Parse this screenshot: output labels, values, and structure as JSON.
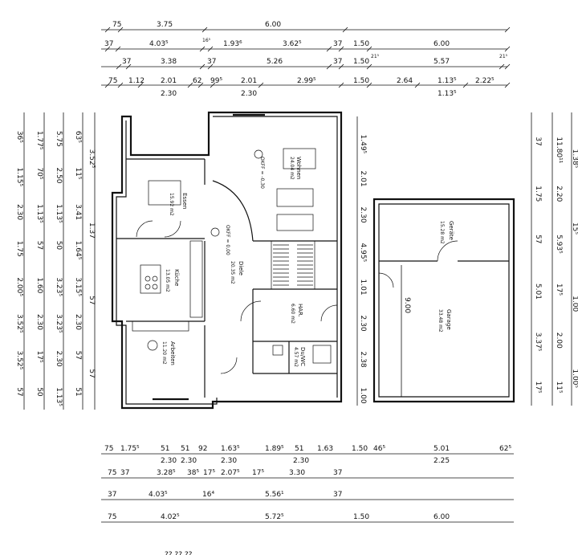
{
  "dimensions": {
    "top": [
      [
        "75",
        "3.75",
        "6.00"
      ],
      [
        "37",
        "4.03⁵",
        "16⁵",
        "1.93⁶",
        "3.62⁵",
        "37",
        "1.50",
        "6.00"
      ],
      [
        "37",
        "3.38",
        "37",
        "5.26",
        "37",
        "1.50",
        "21⁵",
        "5.57",
        "21⁵"
      ],
      [
        "75",
        "1.12",
        "2.01",
        "62",
        "99⁵",
        "2.01",
        "2.99⁵",
        "1.50",
        "2.64",
        "1.13⁵",
        "2.22⁵",
        "2.30",
        "2.30",
        "1.13⁵"
      ]
    ],
    "bottom": [
      [
        "75",
        "1.75⁵",
        "51",
        "51",
        "92",
        "1.63⁵",
        "1.89⁵",
        "51",
        "1.63",
        "1.50",
        "46⁵",
        "5.01",
        "62⁵",
        "2.30",
        "2.30",
        "2.30",
        "2.30",
        "2.25"
      ],
      [
        "75",
        "37",
        "3.28⁵",
        "38⁵",
        "17⁵",
        "2.07⁵",
        "17⁵",
        "3.30",
        "37"
      ],
      [
        "37",
        "4.03⁵",
        "16⁴",
        "5.56¹",
        "37"
      ],
      [
        "75",
        "4.02⁵",
        "5.72⁵",
        "1.50",
        "6.00"
      ]
    ],
    "left": [
      "36⁵",
      "1.15⁵",
      "2.30",
      "1.75",
      "2.00⁵",
      "3.52⁵",
      "3.52⁵",
      "57",
      "1.77⁵",
      "70⁵",
      "1.13⁵",
      "57",
      "1.60",
      "2.30",
      "17⁵",
      "50",
      "5.75",
      "2.50",
      "1.13⁵",
      "50",
      "3.23⁵",
      "3.23⁵",
      "2.30",
      "1.13⁵",
      "63⁵",
      "11⁵",
      "3.41",
      "1.64⁵",
      "3.15⁵",
      "2.30",
      "57",
      "51",
      "3.52⁵",
      "1.37",
      "57",
      "57"
    ],
    "middle": [
      "1.49⁵",
      "2.01",
      "2.30",
      "4.95⁵",
      "1.01",
      "2.30",
      "2.38",
      "1.00"
    ],
    "right": [
      "37",
      "1.75",
      "57",
      "5.01",
      "3.37⁵",
      "17⁵",
      "11.80¹¹",
      "2.20",
      "5.93⁵",
      "17⁵",
      "2.00",
      "11⁵",
      "1.38⁵",
      "15⁵",
      "1.00",
      "1.00⁵"
    ],
    "garage_inner": "9.00"
  },
  "rooms": {
    "wohnen": {
      "name": "Wohnen",
      "area": "24.04 m2",
      "okff": "OKFF = -0,30"
    },
    "essen": {
      "name": "Essen",
      "area": "15.92 m2"
    },
    "diele": {
      "name": "Diele",
      "area": "20.35 m2",
      "okff": "OKFF = 0,00"
    },
    "kueche": {
      "name": "Küche",
      "area": "13.05 m2"
    },
    "arbeiten": {
      "name": "Arbeiten",
      "area": "11.20 m2"
    },
    "har": {
      "name": "HAR.",
      "area": "6.60 m2"
    },
    "wc": {
      "name": "Du/WC",
      "area": "4.57 m2"
    },
    "geraete": {
      "name": "Geräte",
      "area": "15.28 m2"
    },
    "garage": {
      "name": "Garage",
      "area": "33.48 m2"
    }
  },
  "footer": "??.??.??"
}
